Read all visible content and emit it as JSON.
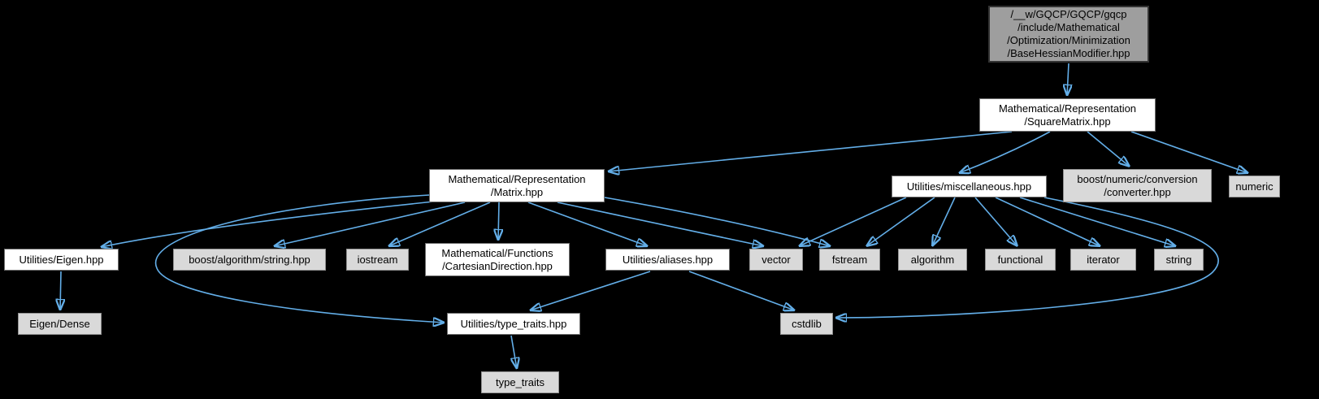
{
  "graph": {
    "title": "Include dependency graph for BaseHessianModifier.hpp",
    "background_color": "#000000",
    "edge_color": "#63aee8",
    "node_colors": {
      "current_fill": "#9e9e9e",
      "internal_fill": "#ffffff",
      "external_fill": "#d9d9d9"
    },
    "nodes": [
      {
        "id": "basehessianmodifier",
        "type": "current",
        "label": "/__w/GQCP/GQCP/gqcp\n/include/Mathematical\n/Optimization/Minimization\n/BaseHessianModifier.hpp"
      },
      {
        "id": "squarematrix",
        "type": "internal",
        "label": "Mathematical/Representation\n/SquareMatrix.hpp"
      },
      {
        "id": "matrix",
        "type": "internal",
        "label": "Mathematical/Representation\n/Matrix.hpp"
      },
      {
        "id": "miscellaneous",
        "type": "internal",
        "label": "Utilities/miscellaneous.hpp"
      },
      {
        "id": "converter",
        "type": "external",
        "label": "boost/numeric/conversion\n/converter.hpp"
      },
      {
        "id": "numeric",
        "type": "external",
        "label": "numeric"
      },
      {
        "id": "eigen-hpp",
        "type": "internal",
        "label": "Utilities/Eigen.hpp"
      },
      {
        "id": "boost-string",
        "type": "external",
        "label": "boost/algorithm/string.hpp"
      },
      {
        "id": "iostream",
        "type": "external",
        "label": "iostream"
      },
      {
        "id": "cartesiandirection",
        "type": "internal",
        "label": "Mathematical/Functions\n/CartesianDirection.hpp"
      },
      {
        "id": "aliases",
        "type": "internal",
        "label": "Utilities/aliases.hpp"
      },
      {
        "id": "vector",
        "type": "external",
        "label": "vector"
      },
      {
        "id": "fstream",
        "type": "external",
        "label": "fstream"
      },
      {
        "id": "algorithm",
        "type": "external",
        "label": "algorithm"
      },
      {
        "id": "functional",
        "type": "external",
        "label": "functional"
      },
      {
        "id": "iterator",
        "type": "external",
        "label": "iterator"
      },
      {
        "id": "string",
        "type": "external",
        "label": "string"
      },
      {
        "id": "eigen-dense",
        "type": "external",
        "label": "Eigen/Dense"
      },
      {
        "id": "type-traits-hpp",
        "type": "internal",
        "label": "Utilities/type_traits.hpp"
      },
      {
        "id": "cstdlib",
        "type": "external",
        "label": "cstdlib"
      },
      {
        "id": "type-traits",
        "type": "external",
        "label": "type_traits"
      }
    ],
    "edges": [
      {
        "from": "basehessianmodifier",
        "to": "squarematrix"
      },
      {
        "from": "squarematrix",
        "to": "matrix"
      },
      {
        "from": "squarematrix",
        "to": "miscellaneous"
      },
      {
        "from": "squarematrix",
        "to": "converter"
      },
      {
        "from": "squarematrix",
        "to": "numeric"
      },
      {
        "from": "matrix",
        "to": "eigen-hpp"
      },
      {
        "from": "matrix",
        "to": "type-traits-hpp"
      },
      {
        "from": "matrix",
        "to": "boost-string"
      },
      {
        "from": "matrix",
        "to": "iostream"
      },
      {
        "from": "matrix",
        "to": "cartesiandirection"
      },
      {
        "from": "matrix",
        "to": "aliases"
      },
      {
        "from": "matrix",
        "to": "vector"
      },
      {
        "from": "matrix",
        "to": "fstream"
      },
      {
        "from": "miscellaneous",
        "to": "vector"
      },
      {
        "from": "miscellaneous",
        "to": "fstream"
      },
      {
        "from": "miscellaneous",
        "to": "algorithm"
      },
      {
        "from": "miscellaneous",
        "to": "functional"
      },
      {
        "from": "miscellaneous",
        "to": "iterator"
      },
      {
        "from": "miscellaneous",
        "to": "string"
      },
      {
        "from": "miscellaneous",
        "to": "cstdlib"
      },
      {
        "from": "eigen-hpp",
        "to": "eigen-dense"
      },
      {
        "from": "aliases",
        "to": "type-traits-hpp"
      },
      {
        "from": "aliases",
        "to": "cstdlib"
      },
      {
        "from": "type-traits-hpp",
        "to": "type-traits"
      }
    ]
  }
}
